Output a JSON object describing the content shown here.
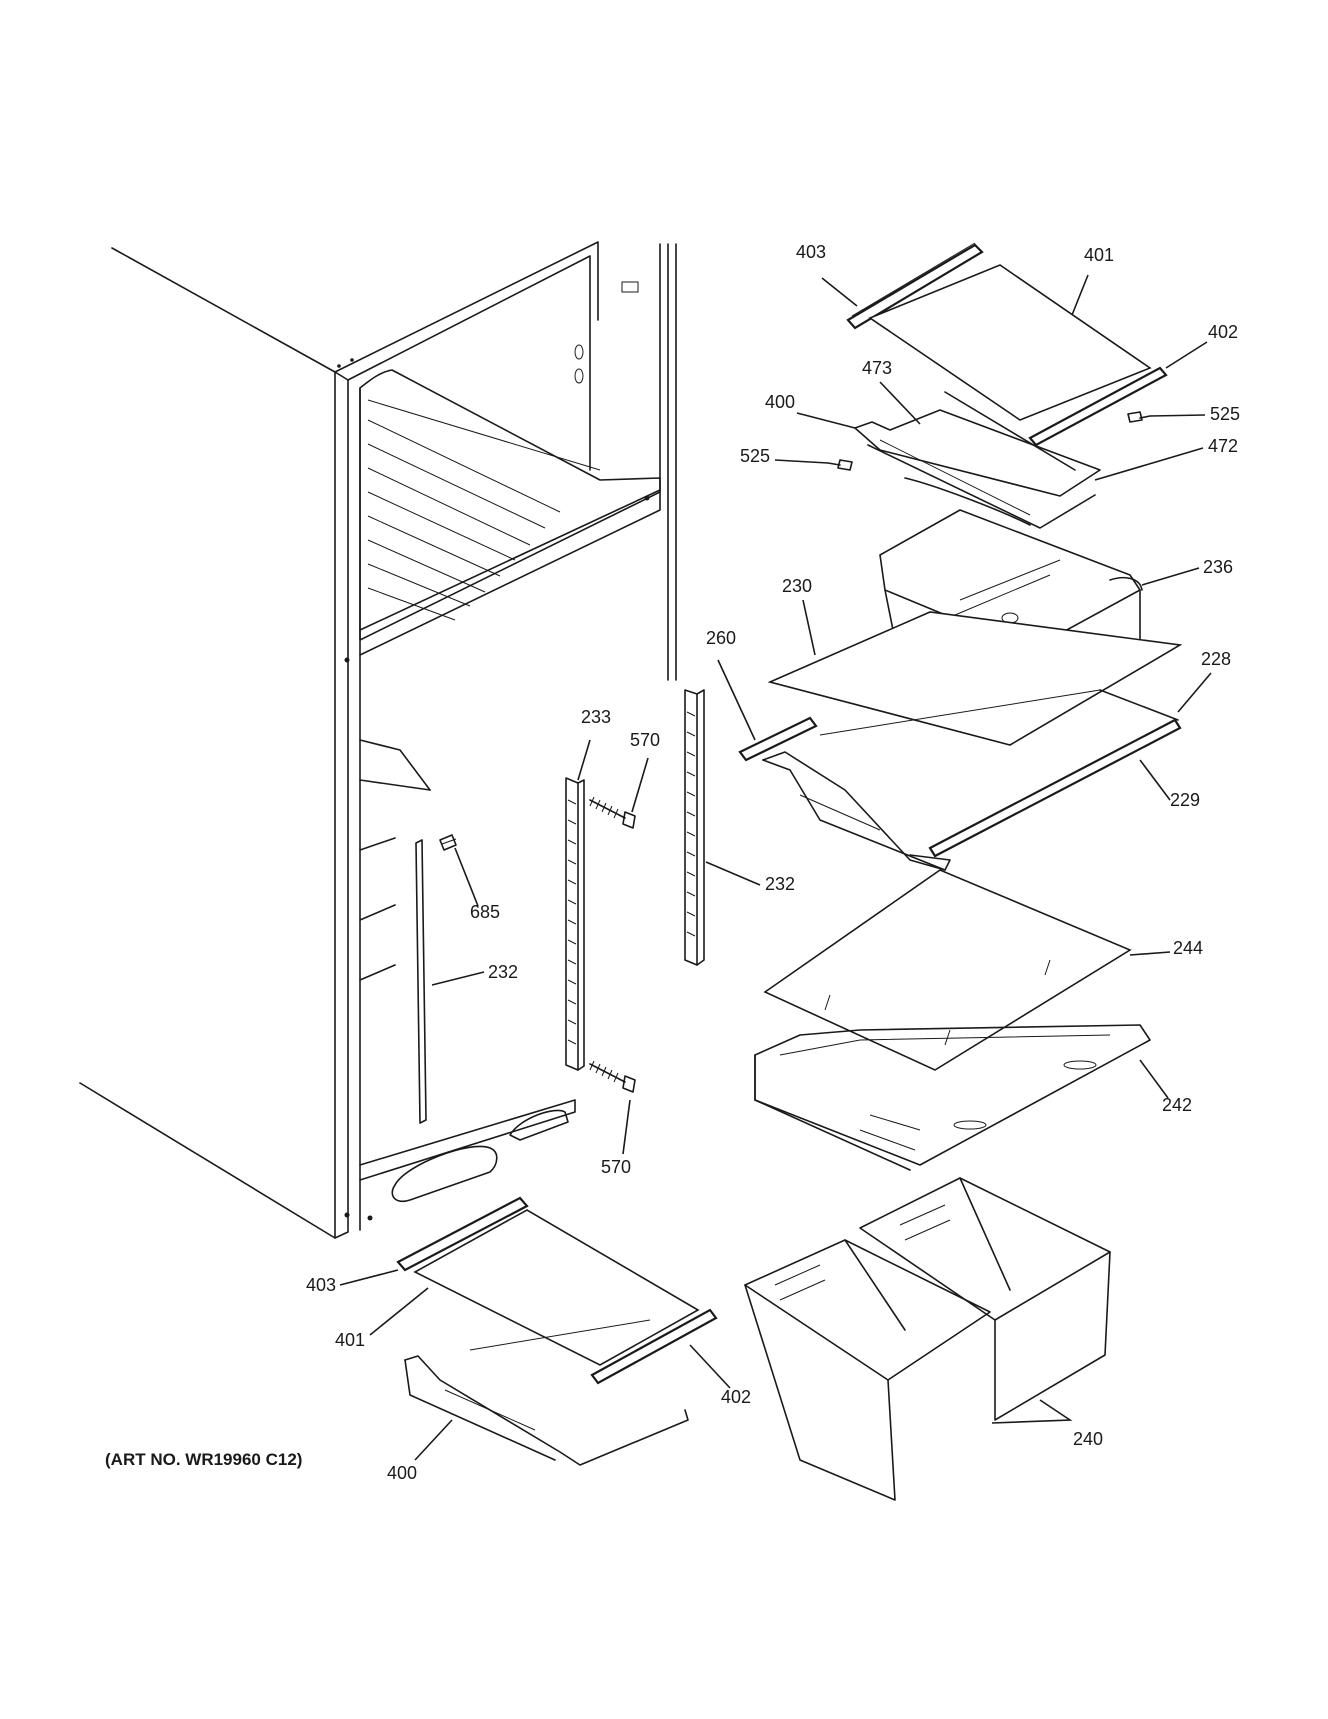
{
  "art_number": "(ART NO. WR19960 C12)",
  "callouts": {
    "c403_top": "403",
    "c401_top": "401",
    "c402_top": "402",
    "c473": "473",
    "c400_top": "400",
    "c525_left": "525",
    "c525_right": "525",
    "c472": "472",
    "c236": "236",
    "c230": "230",
    "c260": "260",
    "c228": "228",
    "c229": "229",
    "c233": "233",
    "c570_top": "570",
    "c232_right": "232",
    "c685": "685",
    "c232_left": "232",
    "c244": "244",
    "c242": "242",
    "c570_bottom": "570",
    "c403_bottom": "403",
    "c401_bottom": "401",
    "c402_bottom": "402",
    "c400_bottom": "400",
    "c240": "240"
  }
}
